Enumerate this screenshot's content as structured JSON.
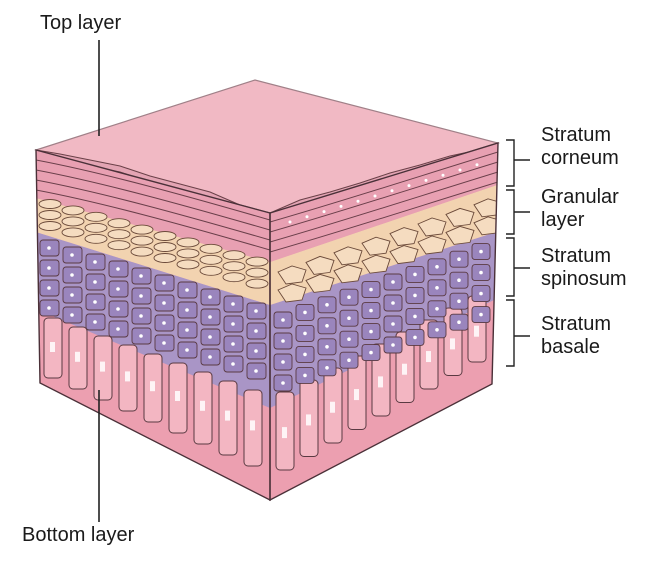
{
  "labels": {
    "top": "Top layer",
    "bottom": "Bottom layer",
    "corneum_1": "Stratum",
    "corneum_2": "corneum",
    "granular_1": "Granular",
    "granular_2": "layer",
    "spinosum_1": "Stratum",
    "spinosum_2": "spinosum",
    "basale_1": "Stratum",
    "basale_2": "basale"
  },
  "colors": {
    "top_surface": "#f1b9c4",
    "corneum": "#e8a0b2",
    "granular": "#f2d3b0",
    "spinosum": "#a995c6",
    "basale": "#ec9fb0",
    "outline": "#4a3038"
  }
}
